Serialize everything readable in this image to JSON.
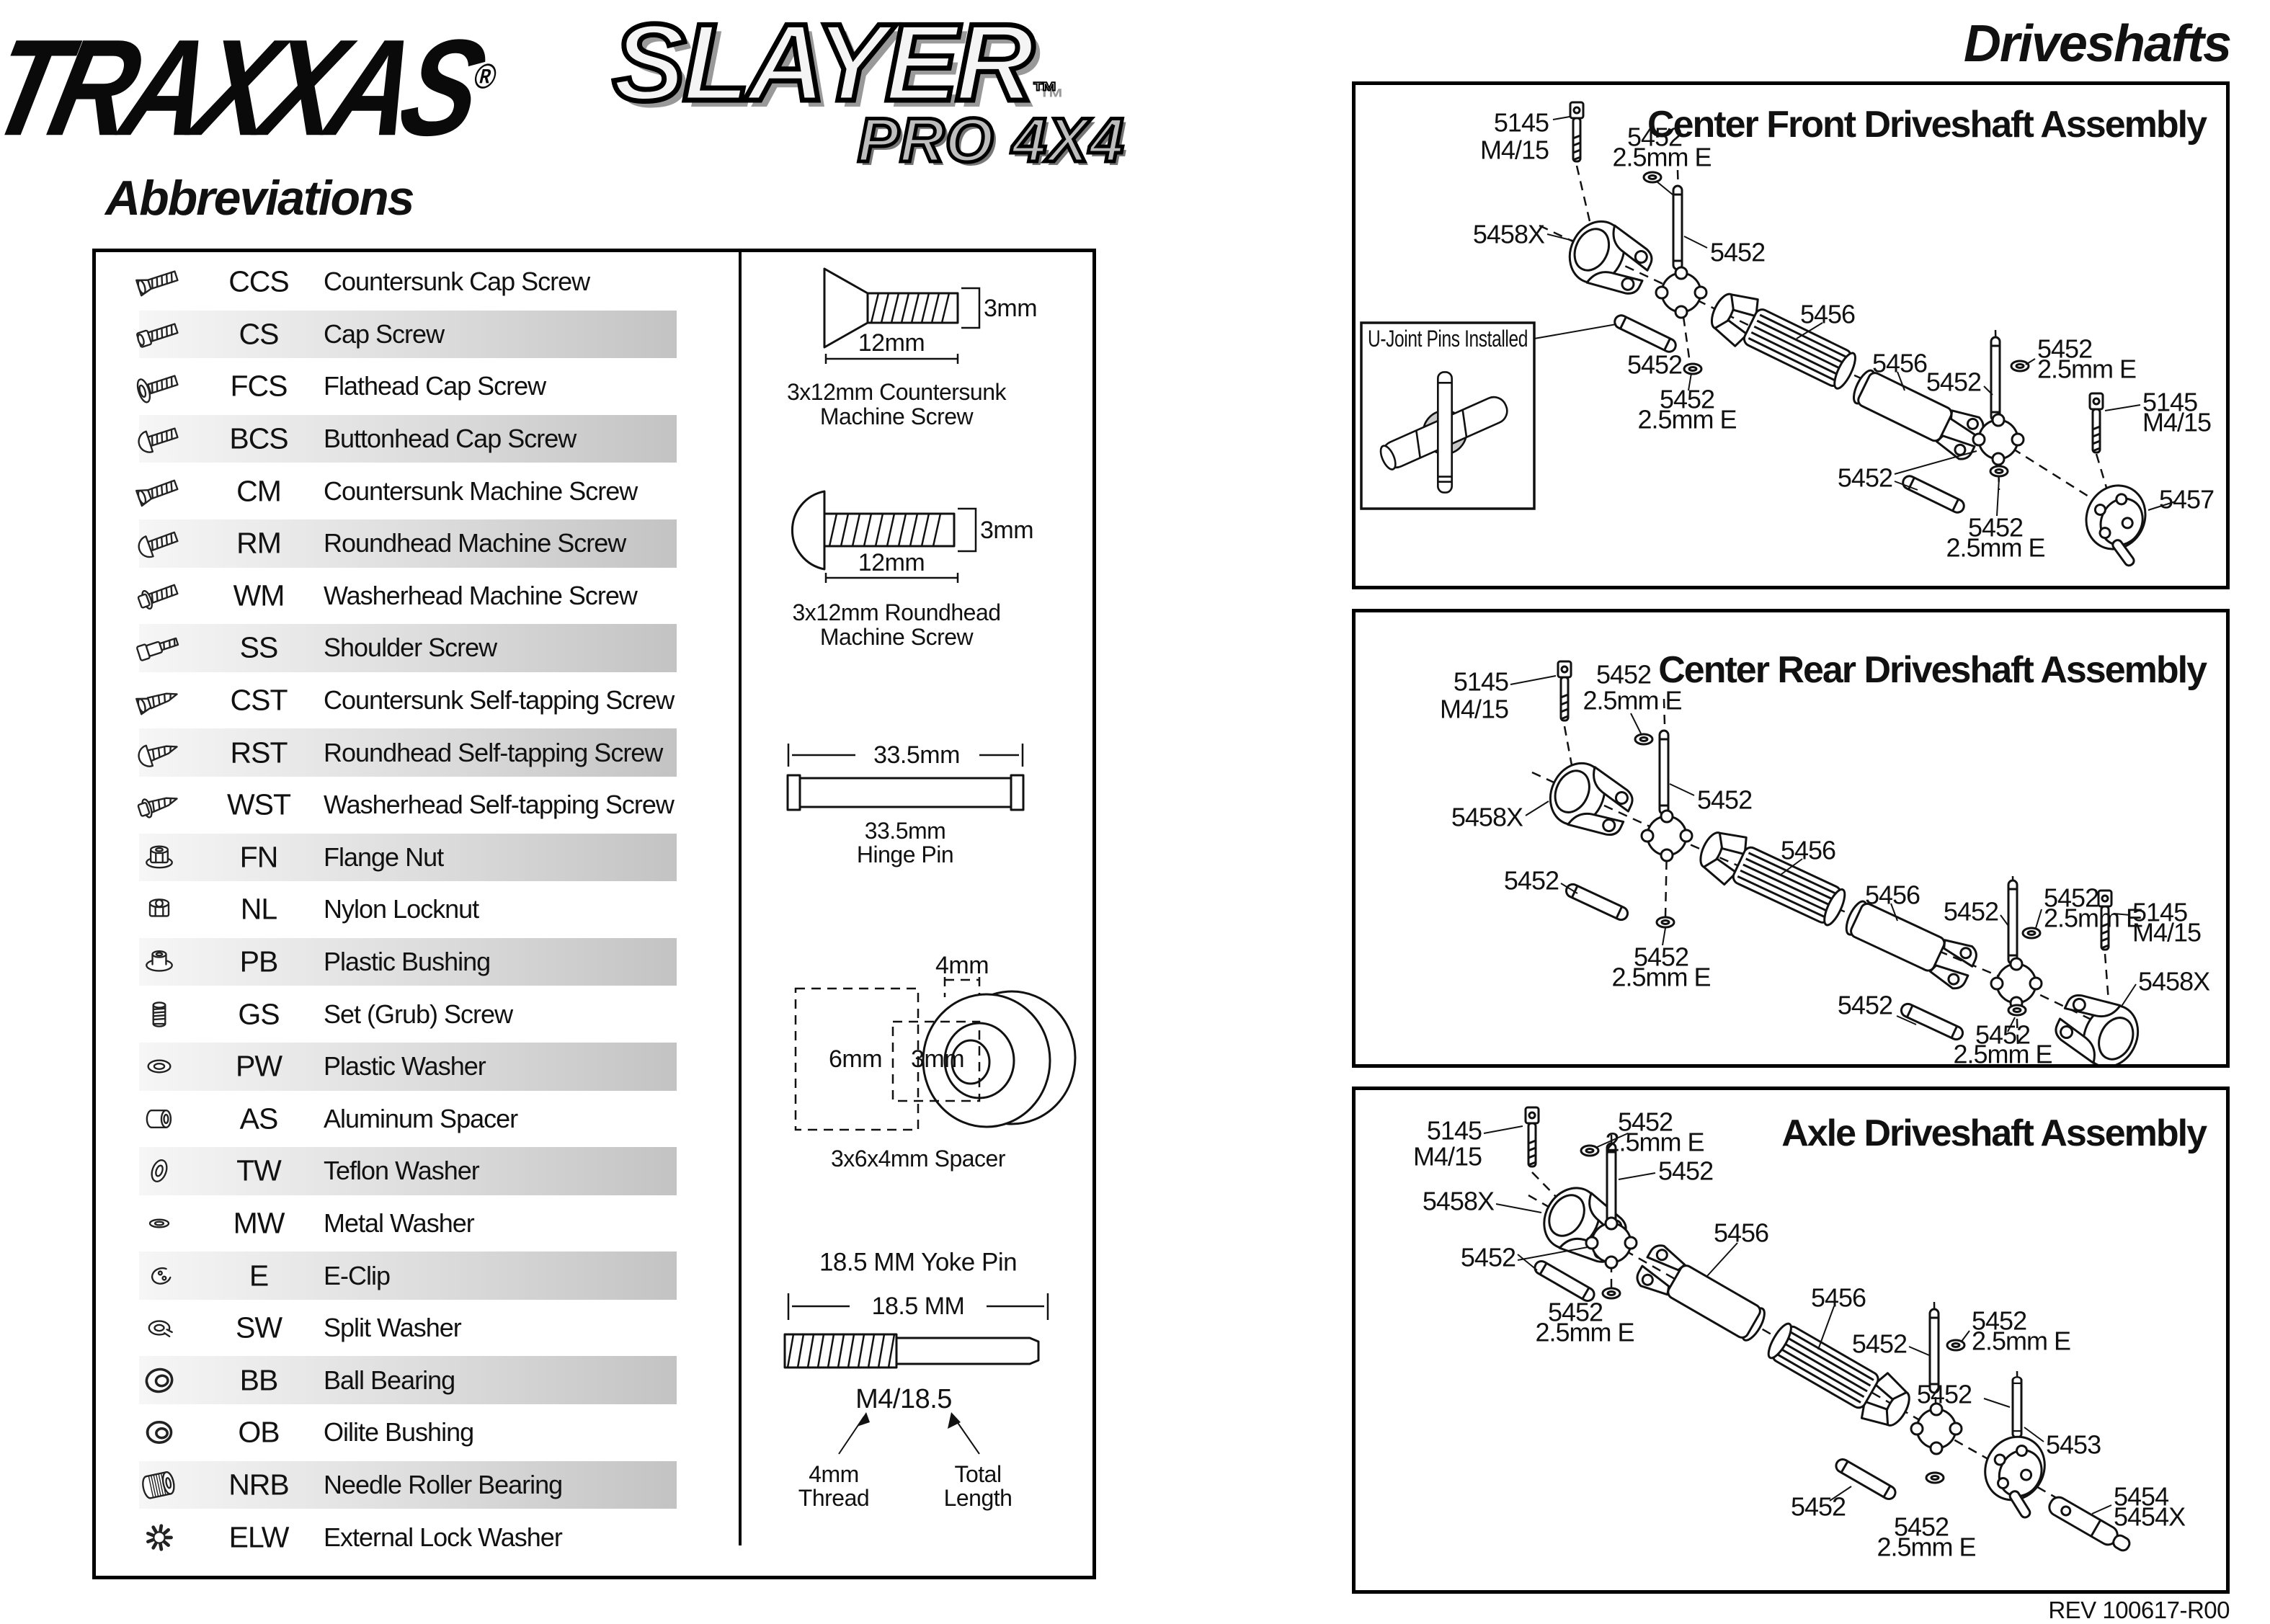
{
  "header": {
    "brand": "TRAXXAS",
    "brand_reg": "®",
    "model": "SLAYER",
    "model_tm": "™",
    "model_sub": "PRO 4X4",
    "page_title": "Driveshafts"
  },
  "abbr": {
    "heading": "Abbreviations",
    "rows": [
      {
        "abbr": "CCS",
        "desc": "Countersunk Cap Screw",
        "icon": "countersunk-cap-screw-icon"
      },
      {
        "abbr": "CS",
        "desc": "Cap Screw",
        "icon": "cap-screw-icon"
      },
      {
        "abbr": "FCS",
        "desc": "Flathead Cap Screw",
        "icon": "flathead-cap-screw-icon"
      },
      {
        "abbr": "BCS",
        "desc": "Buttonhead Cap Screw",
        "icon": "buttonhead-cap-screw-icon"
      },
      {
        "abbr": "CM",
        "desc": "Countersunk Machine Screw",
        "icon": "countersunk-machine-screw-icon"
      },
      {
        "abbr": "RM",
        "desc": "Roundhead Machine Screw",
        "icon": "roundhead-machine-screw-icon"
      },
      {
        "abbr": "WM",
        "desc": "Washerhead Machine Screw",
        "icon": "washerhead-machine-screw-icon"
      },
      {
        "abbr": "SS",
        "desc": "Shoulder Screw",
        "icon": "shoulder-screw-icon"
      },
      {
        "abbr": "CST",
        "desc": "Countersunk Self-tapping Screw",
        "icon": "countersunk-self-tapping-screw-icon"
      },
      {
        "abbr": "RST",
        "desc": "Roundhead Self-tapping Screw",
        "icon": "roundhead-self-tapping-screw-icon"
      },
      {
        "abbr": "WST",
        "desc": "Washerhead Self-tapping Screw",
        "icon": "washerhead-self-tapping-screw-icon"
      },
      {
        "abbr": "FN",
        "desc": "Flange Nut",
        "icon": "flange-nut-icon"
      },
      {
        "abbr": "NL",
        "desc": "Nylon Locknut",
        "icon": "nylon-locknut-icon"
      },
      {
        "abbr": "PB",
        "desc": "Plastic Bushing",
        "icon": "plastic-bushing-icon"
      },
      {
        "abbr": "GS",
        "desc": "Set (Grub) Screw",
        "icon": "set-grub-screw-icon"
      },
      {
        "abbr": "PW",
        "desc": "Plastic Washer",
        "icon": "plastic-washer-icon"
      },
      {
        "abbr": "AS",
        "desc": "Aluminum Spacer",
        "icon": "aluminum-spacer-icon"
      },
      {
        "abbr": "TW",
        "desc": "Teflon Washer",
        "icon": "teflon-washer-icon"
      },
      {
        "abbr": "MW",
        "desc": "Metal Washer",
        "icon": "metal-washer-icon"
      },
      {
        "abbr": "E",
        "desc": "E-Clip",
        "icon": "e-clip-icon"
      },
      {
        "abbr": "SW",
        "desc": "Split Washer",
        "icon": "split-washer-icon"
      },
      {
        "abbr": "BB",
        "desc": "Ball Bearing",
        "icon": "ball-bearing-icon"
      },
      {
        "abbr": "OB",
        "desc": "Oilite Bushing",
        "icon": "oilite-bushing-icon"
      },
      {
        "abbr": "NRB",
        "desc": "Needle Roller Bearing",
        "icon": "needle-roller-bearing-icon"
      },
      {
        "abbr": "ELW",
        "desc": "External Lock Washer",
        "icon": "external-lock-washer-icon"
      }
    ]
  },
  "hw": {
    "cs": {
      "dia": "3mm",
      "len": "12mm",
      "cap1": "3x12mm Countersunk",
      "cap2": "Machine Screw"
    },
    "rh": {
      "dia": "3mm",
      "len": "12mm",
      "cap1": "3x12mm Roundhead",
      "cap2": "Machine Screw"
    },
    "hp": {
      "dim": "33.5mm",
      "cap1": "33.5mm",
      "cap2": "Hinge Pin"
    },
    "sp": {
      "top": "4mm",
      "left": "6mm",
      "mid": "3mm",
      "cap": "3x6x4mm Spacer"
    },
    "yp": {
      "heading": "18.5 MM Yoke Pin",
      "dim": "18.5 MM",
      "spec": "M4/18.5",
      "t1a": "4mm",
      "t1b": "Thread",
      "t2a": "Total",
      "t2b": "Length"
    }
  },
  "asm": {
    "front": {
      "title": "Center Front Driveshaft Assembly",
      "inset": "U-Joint Pins Installed"
    },
    "rear": {
      "title": "Center Rear Driveshaft Assembly"
    },
    "axle": {
      "title": "Axle Driveshaft Assembly"
    }
  },
  "parts": {
    "p5145": "5145",
    "m415": "M4/15",
    "p5452": "5452",
    "e25": "2.5mm E",
    "p5456": "5456",
    "p5457": "5457",
    "p5458x": "5458X",
    "p5453": "5453",
    "p5454": "5454",
    "p5454x": "5454X"
  },
  "footer": {
    "rev": "REV 100617-R00"
  }
}
